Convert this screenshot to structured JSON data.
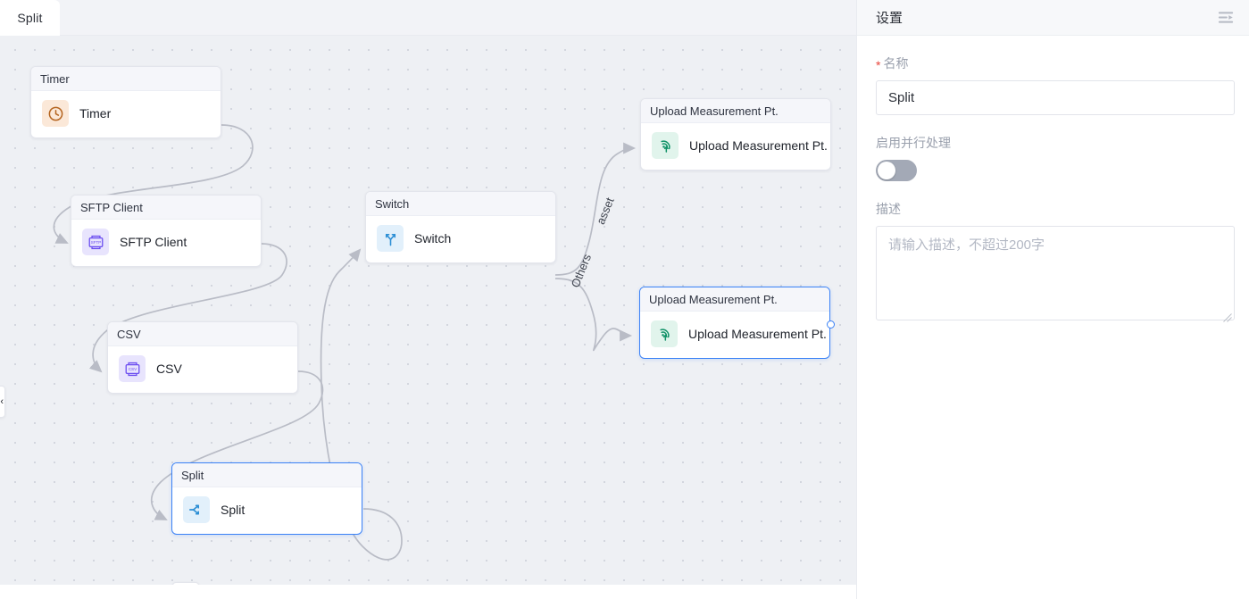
{
  "tabs": [
    {
      "label": "Split"
    }
  ],
  "canvas": {
    "collapse_handle_icon": "chevron-left-icon",
    "delete_button_icon": "trash-icon",
    "edge_labels": [
      "asset",
      "Others"
    ],
    "nodes": [
      {
        "id": "timer",
        "header": "Timer",
        "label": "Timer",
        "icon": "clock-icon",
        "icon_style": "ic-timer",
        "selected": false
      },
      {
        "id": "sftp",
        "header": "SFTP Client",
        "label": "SFTP Client",
        "icon": "sftp-icon",
        "icon_style": "ic-purple",
        "selected": false
      },
      {
        "id": "csv",
        "header": "CSV",
        "label": "CSV",
        "icon": "csv-icon",
        "icon_style": "ic-purple",
        "selected": false
      },
      {
        "id": "switch",
        "header": "Switch",
        "label": "Switch",
        "icon": "branch-icon",
        "icon_style": "ic-blue",
        "selected": false
      },
      {
        "id": "upload1",
        "header": "Upload Measurement Pt.",
        "label": "Upload Measurement Pt.",
        "icon": "signal-up-icon",
        "icon_style": "ic-green",
        "selected": false
      },
      {
        "id": "upload2",
        "header": "Upload Measurement Pt.",
        "label": "Upload Measurement Pt.",
        "icon": "signal-up-icon",
        "icon_style": "ic-green",
        "selected": true
      },
      {
        "id": "split",
        "header": "Split",
        "label": "Split",
        "icon": "split-icon",
        "icon_style": "ic-blue",
        "selected": true
      }
    ]
  },
  "panel": {
    "title": "设置",
    "toggle_icon": "collapse-panel-icon",
    "name_field": {
      "label": "名称",
      "required_mark": "*",
      "value": "Split"
    },
    "parallel_field": {
      "label": "启用并行处理",
      "enabled": false
    },
    "description_field": {
      "label": "描述",
      "placeholder": "请输入描述，不超过200字",
      "value": ""
    }
  },
  "colors": {
    "accent": "#3b82f6",
    "canvas_bg": "#eef0f4",
    "node_header_bg": "#f5f6fa",
    "edge": "#b9bcc6",
    "required": "#e8453c"
  }
}
